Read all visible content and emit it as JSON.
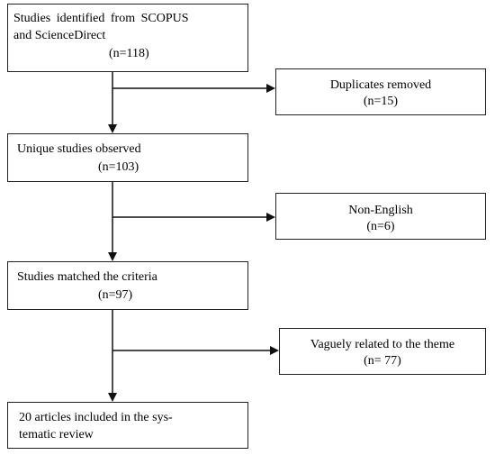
{
  "flowchart": {
    "identified": {
      "line1": "Studies identified from SCOPUS",
      "line2": "and ScienceDirect",
      "count": "(n=118)"
    },
    "duplicates": {
      "label": "Duplicates removed",
      "count": "(n=15)"
    },
    "unique": {
      "label": "Unique studies observed",
      "count": "(n=103)"
    },
    "non_english": {
      "label": "Non-English",
      "count": "(n=6)"
    },
    "criteria": {
      "label": "Studies matched the criteria",
      "count": "(n=97)"
    },
    "vaguely": {
      "label": "Vaguely related to the theme",
      "count": "(n= 77)"
    },
    "included": {
      "line1": "20 articles included in the sys-",
      "line2": "tematic review"
    }
  }
}
